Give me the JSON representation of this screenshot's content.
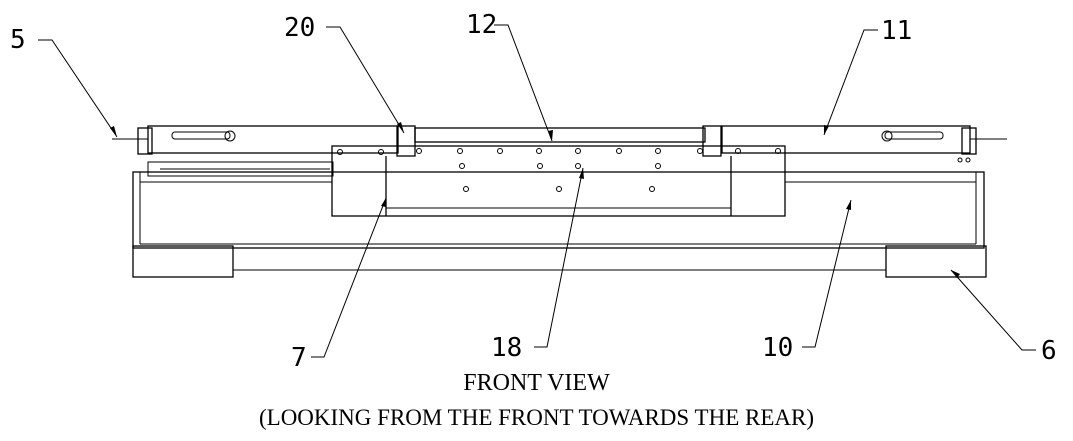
{
  "callouts": {
    "c5": "5",
    "c20": "20",
    "c12": "12",
    "c11": "11",
    "c7": "7",
    "c18": "18",
    "c10": "10",
    "c6": "6"
  },
  "caption": {
    "title": "FRONT VIEW",
    "subtitle": "(LOOKING FROM THE FRONT TOWARDS THE REAR)"
  }
}
